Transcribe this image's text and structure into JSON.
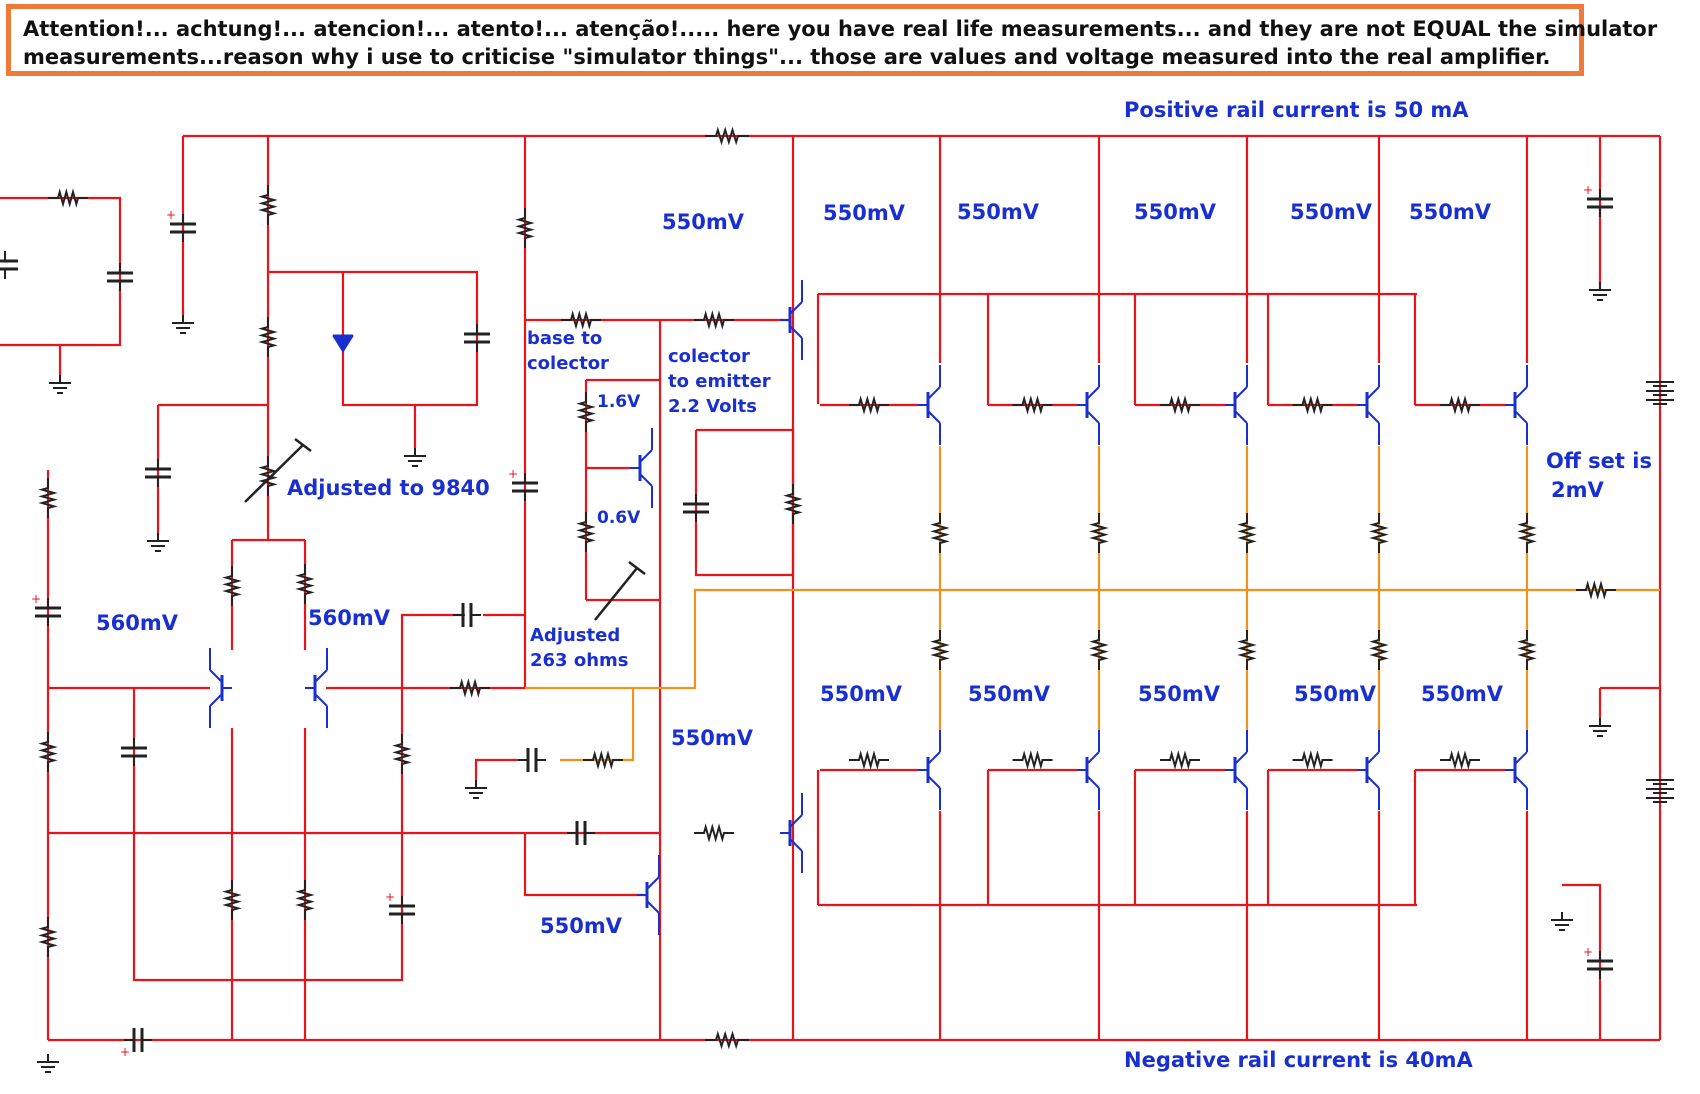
{
  "note": {
    "line1": "Attention!... achtung!... atencion!... atento!... atenção!..... here you have real life measurements... and they are not EQUAL the simulator",
    "line2": "measurements...reason why i use to criticise \"simulator things\"... those are values and voltage measured into the real amplifier."
  },
  "labels": {
    "pos_rail": "Positive rail current is 50 mA",
    "neg_rail": "Negative rail current is 40mA",
    "adj_9840": "Adjusted to 9840",
    "base_colector_1": "base to",
    "base_colector_2": "colector",
    "colector_emitter_1": "colector",
    "colector_emitter_2": "to emitter",
    "colector_emitter_3": "2.2 Volts",
    "v_1_6": "1.6V",
    "v_0_6": "0.6V",
    "adj_263_1": "Adjusted",
    "adj_263_2": "263 ohms",
    "offset_1": "Off set is",
    "offset_2": "2mV",
    "mv_560": "560mV",
    "mv_550": "550mV"
  },
  "colors": {
    "wire": "#e8141c",
    "output_wire": "#f0921e",
    "transistor": "#1a2fd0",
    "component": "#222222",
    "label": "#1a2fd0",
    "note_border": "#f07a3a"
  }
}
